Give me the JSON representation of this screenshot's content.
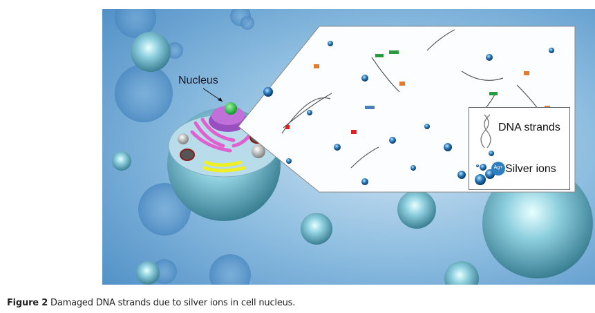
{
  "figure": {
    "nucleus_label": "Nucleus",
    "legend": {
      "dna_label": "DNA strands",
      "silver_label": "Silver ions",
      "ion_symbol": "Ag+"
    }
  },
  "caption": {
    "number": "Figure 2",
    "text": "Damaged DNA strands due to silver ions in cell nucleus."
  },
  "colors": {
    "background": "#5b9ccd",
    "sphere": "#7cc3d6",
    "nucleus": "#b060c8",
    "er": "#e060d0",
    "golgi": "#f0f020"
  }
}
